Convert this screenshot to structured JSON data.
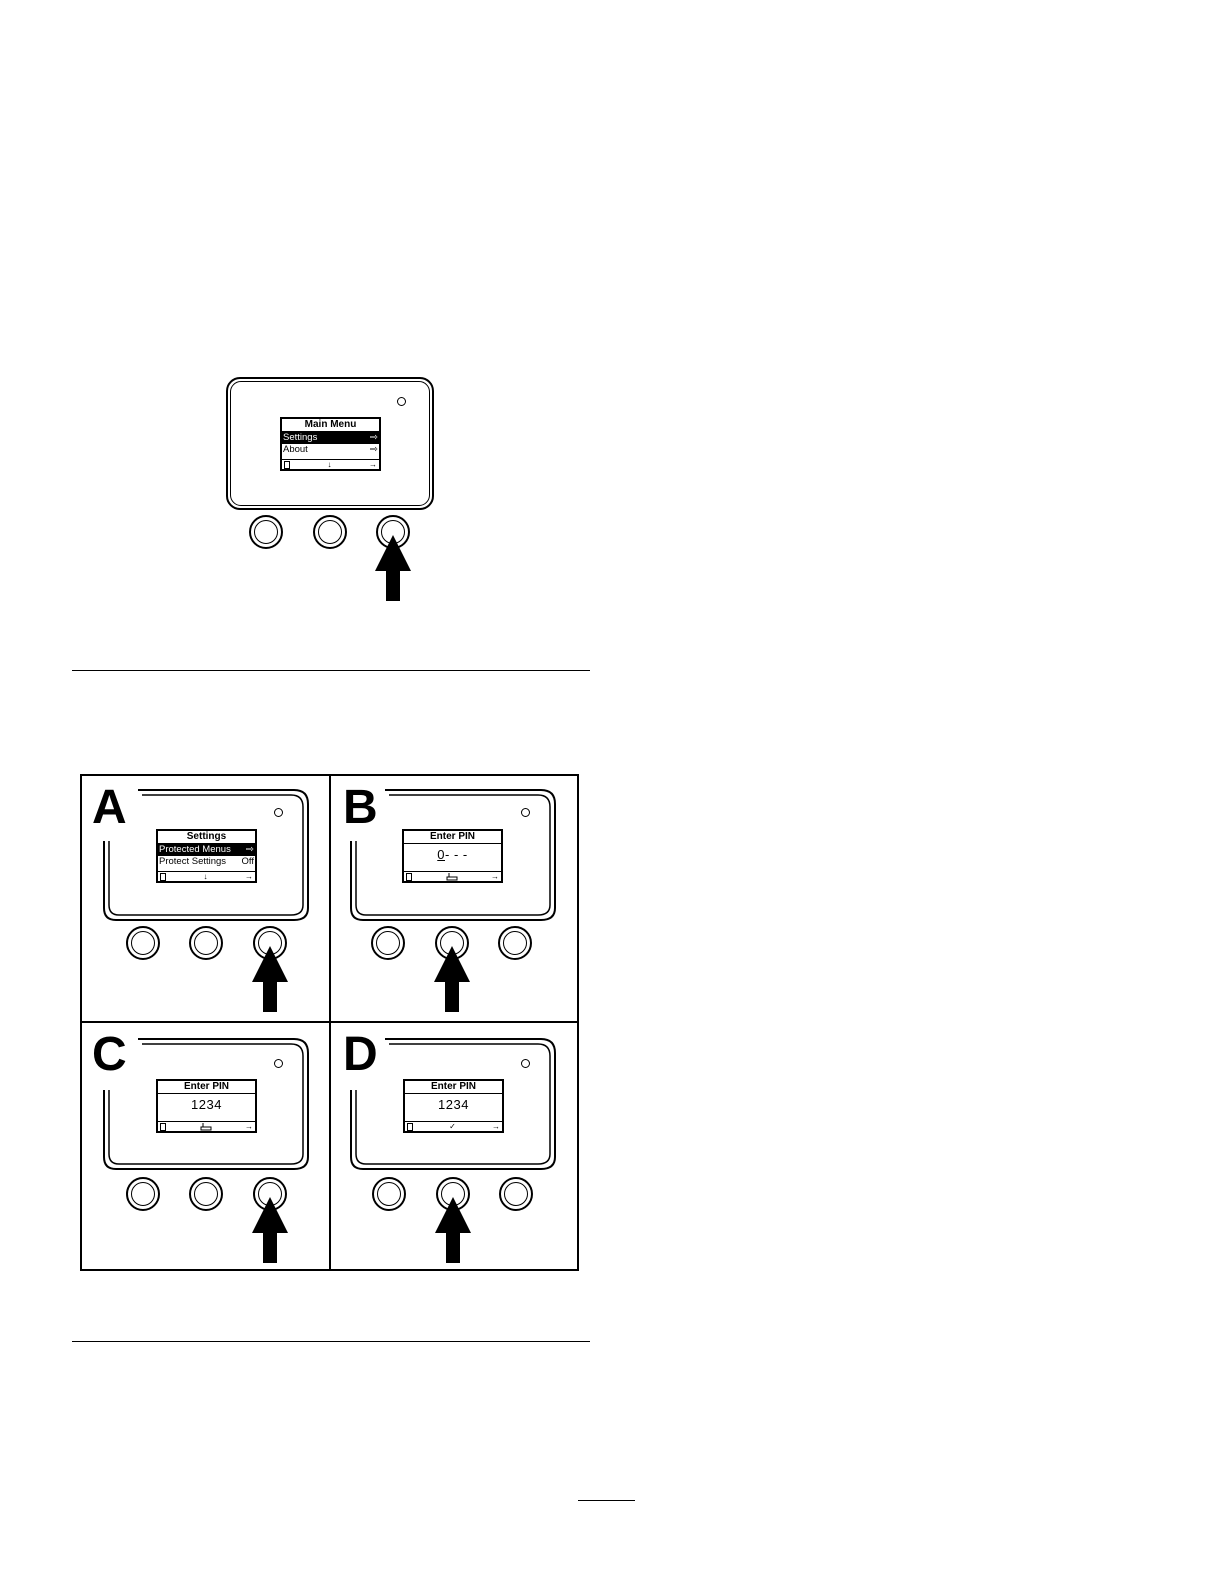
{
  "figure_top": {
    "screen": {
      "title": "Main Menu",
      "rows": [
        {
          "label": "Settings",
          "value": "⇨",
          "selected": true
        },
        {
          "label": "About",
          "value": "⇨",
          "selected": false
        }
      ],
      "softkeys": [
        "door-icon",
        "↓",
        "→"
      ]
    },
    "pressed_button": 3
  },
  "figure_grid": {
    "panels": [
      {
        "letter": "A",
        "screen": {
          "title": "Settings",
          "rows": [
            {
              "label": "Protected Menus",
              "value": "⇨",
              "selected": true
            },
            {
              "label": "Protect Settings",
              "value": "Off",
              "selected": false
            }
          ],
          "softkeys": [
            "door-icon",
            "↓",
            "→"
          ]
        },
        "pressed_button": 3
      },
      {
        "letter": "B",
        "screen": {
          "title": "Enter PIN",
          "pin_first": "0",
          "pin_rest": "- - -",
          "softkeys": [
            "door-icon",
            "increment-icon",
            "→"
          ]
        },
        "pressed_button": 2
      },
      {
        "letter": "C",
        "screen": {
          "title": "Enter PIN",
          "pin": "1234",
          "softkeys": [
            "door-icon",
            "increment-icon",
            "→"
          ]
        },
        "pressed_button": 3
      },
      {
        "letter": "D",
        "screen": {
          "title": "Enter PIN",
          "pin": "1234",
          "softkeys": [
            "door-icon",
            "✓",
            "→"
          ]
        },
        "pressed_button": 2
      }
    ]
  }
}
